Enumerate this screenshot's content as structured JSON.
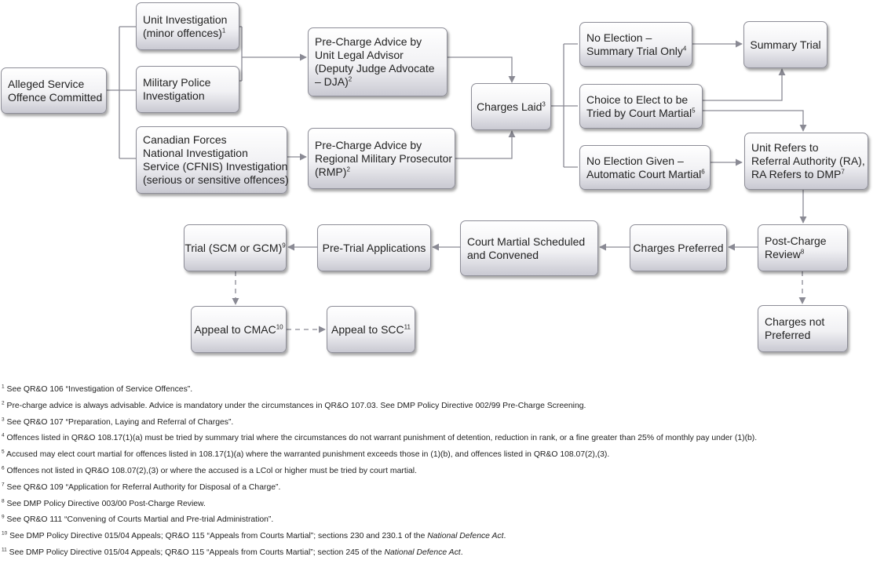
{
  "nodes": {
    "alleged_offence": {
      "lines": [
        "Alleged Service",
        "Offence Committed"
      ]
    },
    "unit_investigation": {
      "lines": [
        "Unit Investigation",
        "(minor offences)"
      ],
      "sup": "1"
    },
    "military_police": {
      "lines": [
        "Military Police",
        "Investigation"
      ]
    },
    "cfnis": {
      "lines": [
        "Canadian Forces",
        "National Investigation",
        "Service (CFNIS) Investigation",
        "(serious or sensitive offences)"
      ]
    },
    "precharge_unit": {
      "lines": [
        "Pre-Charge Advice by",
        "Unit Legal Advisor",
        "(Deputy Judge Advocate",
        "– DJA)"
      ],
      "sup": "2"
    },
    "precharge_rmp": {
      "lines": [
        "Pre-Charge Advice by",
        "Regional Military Prosecutor",
        "(RMP)"
      ],
      "sup": "2"
    },
    "charges_laid": {
      "lines": [
        "Charges Laid"
      ],
      "sup": "3"
    },
    "no_election": {
      "lines": [
        "No Election –",
        "Summary Trial Only"
      ],
      "sup": "4"
    },
    "choice_to_elect": {
      "lines": [
        "Choice to Elect to be",
        "Tried by Court Martial"
      ],
      "sup": "5"
    },
    "no_election_given": {
      "lines": [
        "No Election Given –",
        "Automatic Court Martial"
      ],
      "sup": "6"
    },
    "summary_trial": {
      "lines": [
        "Summary Trial"
      ]
    },
    "unit_refers": {
      "lines": [
        "Unit Refers to",
        "Referral Authority (RA),",
        "RA Refers to DMP"
      ],
      "sup": "7"
    },
    "post_charge": {
      "lines": [
        "Post-Charge",
        "Review"
      ],
      "sup": "8"
    },
    "charges_not_preferred": {
      "lines": [
        "Charges not",
        "Preferred"
      ]
    },
    "charges_preferred": {
      "lines": [
        "Charges Preferred"
      ]
    },
    "court_martial_scheduled": {
      "lines": [
        "Court Martial Scheduled",
        "and Convened"
      ]
    },
    "pretrial_applications": {
      "lines": [
        "Pre-Trial Applications"
      ]
    },
    "trial": {
      "lines": [
        "Trial (SCM or GCM)"
      ],
      "sup": "9"
    },
    "appeal_cmac": {
      "lines": [
        "Appeal to CMAC"
      ],
      "sup": "10"
    },
    "appeal_scc": {
      "lines": [
        "Appeal to SCC"
      ],
      "sup": "11"
    }
  },
  "colors": {
    "connector": "#8a8a94",
    "box_border": "#8d8d97"
  },
  "footnotes": [
    {
      "num": "1",
      "text": "See QR&O 106 “Investigation of Service Offences”."
    },
    {
      "num": "2",
      "text": "Pre-charge advice is always advisable. Advice is mandatory under the circumstances in QR&O 107.03. See DMP Policy Directive 002/99 Pre-Charge Screening."
    },
    {
      "num": "3",
      "text": "See QR&O 107 “Preparation, Laying and Referral of Charges”."
    },
    {
      "num": "4",
      "text": "Offences listed in QR&O 108.17(1)(a) must be tried by summary trial where the circumstances do not warrant punishment of detention, reduction in rank, or a fine greater than 25% of monthly pay under (1)(b)."
    },
    {
      "num": "5",
      "text": "Accused may elect court martial for offences listed in 108.17(1)(a) where the warranted punishment exceeds those in (1)(b), and offences listed in QR&O 108.07(2),(3)."
    },
    {
      "num": "6",
      "text": "Offences not listed in QR&O 108.07(2),(3) or where the accused is a LCol or higher must be tried by court martial."
    },
    {
      "num": "7",
      "text": "See QR&O 109 “Application for Referral Authority for Disposal of a Charge”."
    },
    {
      "num": "8",
      "text": "See DMP Policy Directive 003/00 Post-Charge Review."
    },
    {
      "num": "9",
      "text": "See QR&O 111 “Convening of Courts Martial and Pre-trial Administration”."
    },
    {
      "num": "10",
      "text": "See DMP Policy Directive 015/04 Appeals; QR&O 115 “Appeals from Courts Martial”; sections 230 and 230.1 of the ",
      "italic": "National Defence Act",
      "tail": "."
    },
    {
      "num": "11",
      "text": "See DMP Policy Directive 015/04 Appeals; QR&O 115 “Appeals from Courts Martial”; section 245 of the ",
      "italic": "National Defence Act",
      "tail": "."
    }
  ]
}
